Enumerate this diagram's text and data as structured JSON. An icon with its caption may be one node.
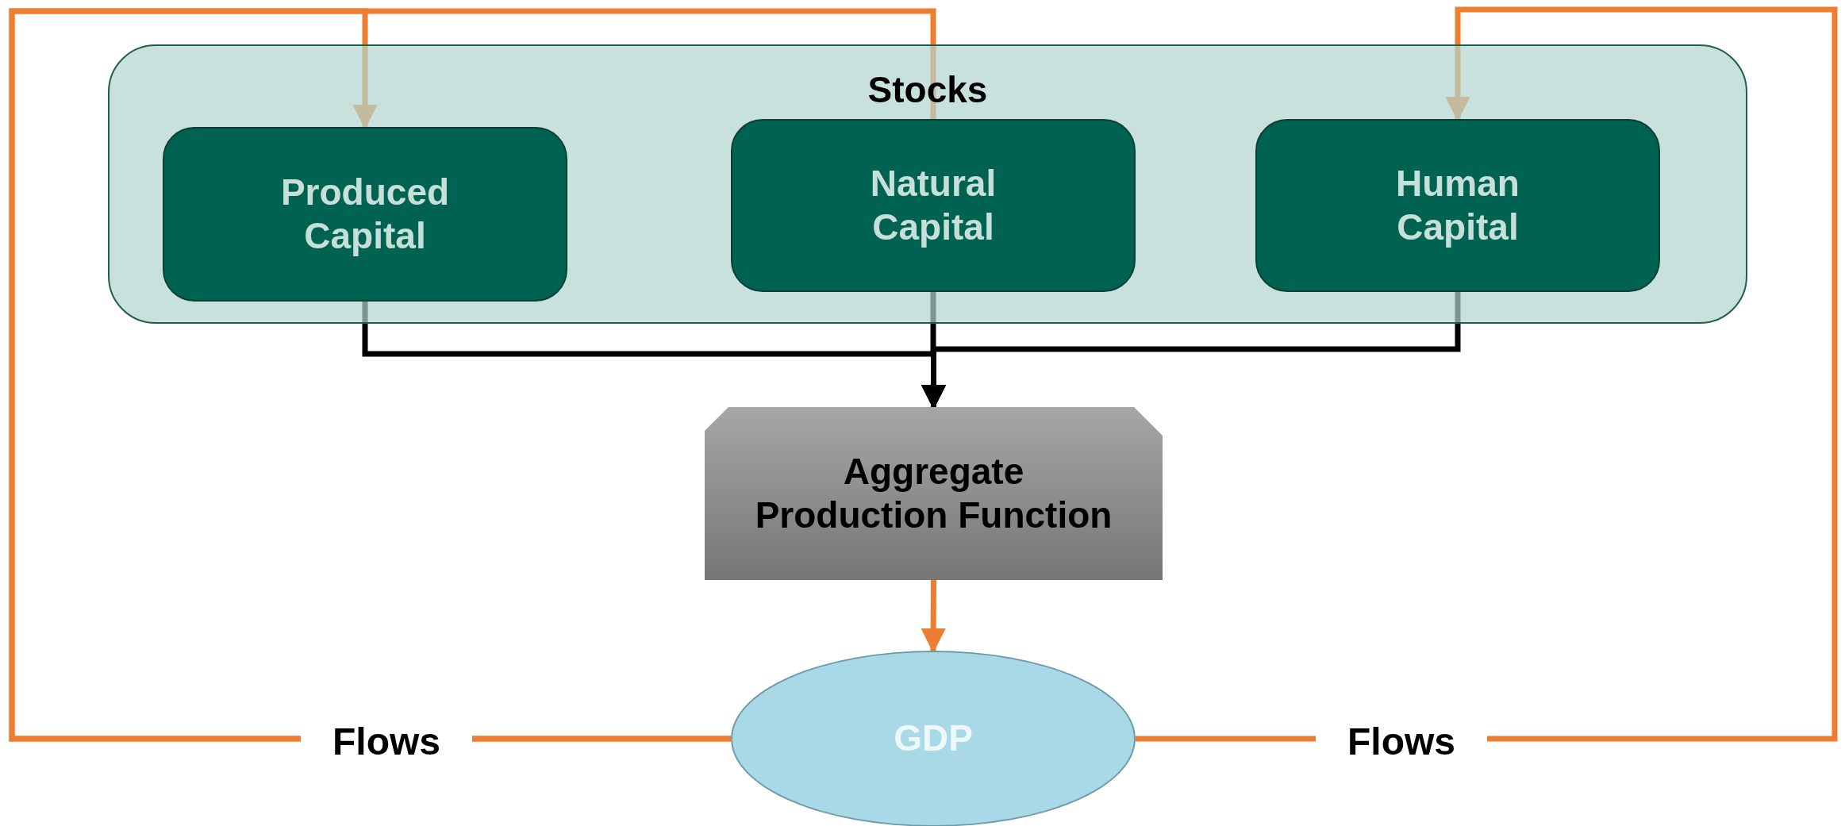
{
  "diagram": {
    "nodes": [
      {
        "text": [
          "Stocks"
        ]
      },
      {
        "text": [
          "Produced Capital"
        ],
        "in": 0
      },
      {
        "text": [
          "Natural Capital"
        ],
        "in": 0
      },
      {
        "text": [
          "Human Capital"
        ],
        "in": 0
      },
      {
        "text": [
          "Aggregate Production Function"
        ]
      },
      {
        "text": [
          "GDP"
        ]
      }
    ],
    "edges": [
      {
        "from": 5,
        "to": 1,
        "arrow": "to",
        "label": "Flows"
      },
      {
        "from": 5,
        "to": 2,
        "arrow": "none"
      },
      {
        "from": 5,
        "to": 3,
        "arrow": "to",
        "label": "Flows"
      },
      {
        "from": 1,
        "to": 4,
        "arrow": "to",
        "color": "#000000"
      },
      {
        "from": 2,
        "to": 4,
        "arrow": "to",
        "color": "#000000"
      },
      {
        "from": 3,
        "to": 4,
        "arrow": "to",
        "color": "#000000"
      },
      {
        "from": 4,
        "to": 5,
        "arrow": "to"
      }
    ]
  }
}
